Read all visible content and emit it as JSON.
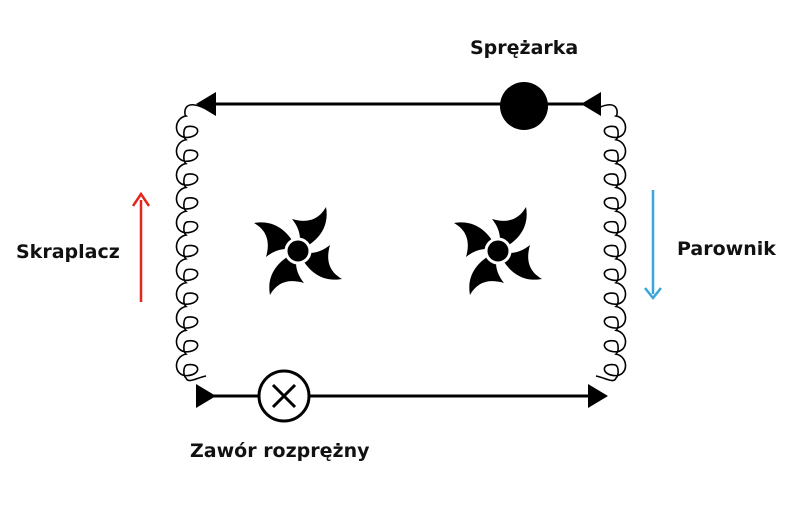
{
  "labels": {
    "compressor": "Sprężarka",
    "condenser": "Skraplacz",
    "evaporator": "Parownik",
    "expansion_valve": "Zawór rozprężny"
  },
  "colors": {
    "line": "#000000",
    "hot_arrow": "#e3261e",
    "cold_arrow": "#3aa6d8",
    "background": "#ffffff"
  },
  "icons": {
    "compressor": "filled-circle-icon",
    "expansion_valve": "circle-x-icon",
    "fan": "fan-icon",
    "coil": "coil-icon"
  }
}
